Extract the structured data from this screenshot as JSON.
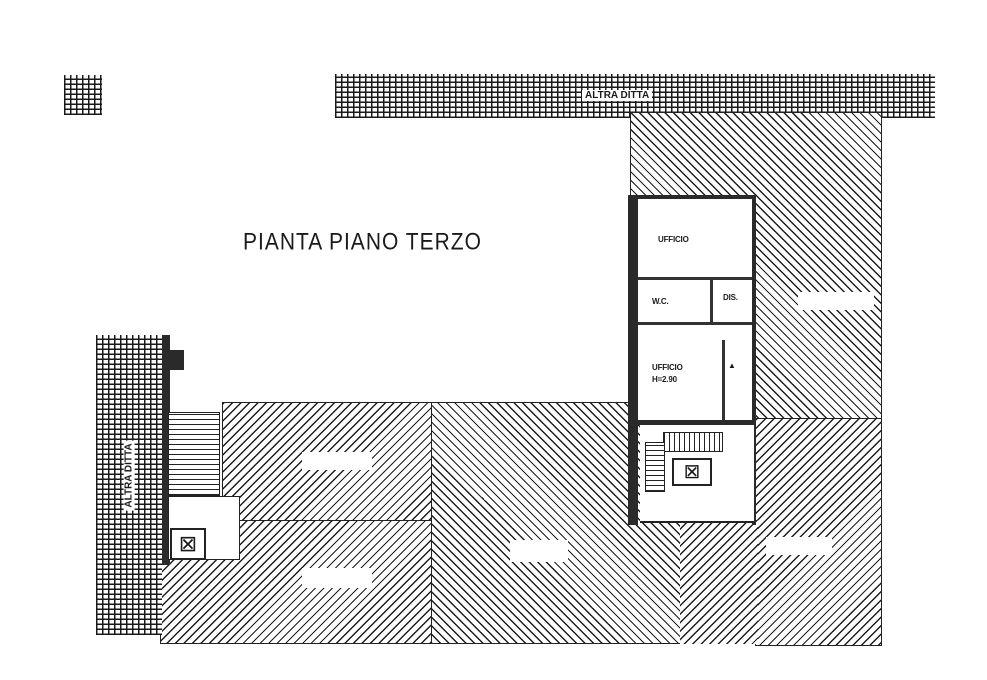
{
  "plan": {
    "title": "PIANTA PIANO TERZO",
    "neighbors": [
      {
        "id": "top",
        "label": "ALTRA DITTA"
      },
      {
        "id": "left",
        "label": "ALTRA DITTA"
      }
    ],
    "rooms": [
      {
        "id": "office-1",
        "label": "UFFICIO"
      },
      {
        "id": "wc",
        "label": "W.C."
      },
      {
        "id": "disimpegno",
        "label": "DIS."
      },
      {
        "id": "office-2",
        "label": "UFFICIO",
        "height_label": "H=2.90"
      }
    ],
    "elements": {
      "elevator_symbol": "⊠",
      "stair_arrow": "▲"
    },
    "colors": {
      "ink": "#1e1e1e",
      "paper": "#ffffff"
    }
  }
}
